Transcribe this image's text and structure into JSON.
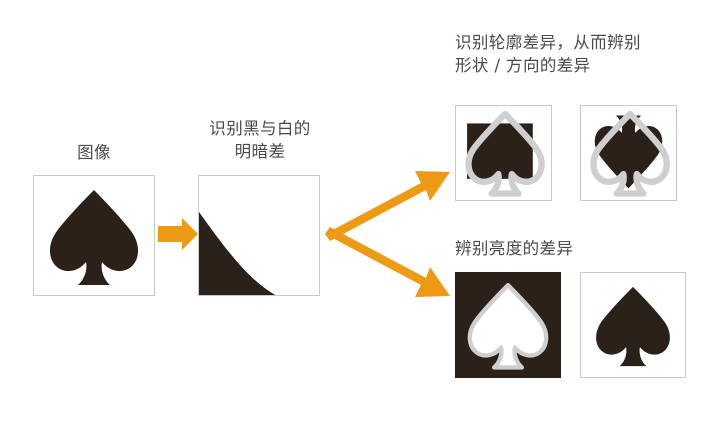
{
  "diagram": {
    "title_flow": "vision-processing-spade-diagram",
    "colors": {
      "arrow_orange": "#ee9a14",
      "ink_black": "#2b2119",
      "outline_gray": "#cfcfcf",
      "box_border": "#c9c9c9",
      "text_gray": "#4a4a4a",
      "white": "#ffffff"
    },
    "labels": {
      "image": "图像",
      "brightness_contrast": "识别黑与白的\n明暗差",
      "contour_difference": "识别轮廓差异，从而辨别\n形状 / 方向的差异",
      "luminance_difference": "辨别亮度的差异"
    },
    "panels": [
      {
        "id": "source-image",
        "name": "panel-source-image",
        "content": "black-spade-on-white",
        "description": "黑色黑桃图案，白色背景"
      },
      {
        "id": "edge-gradient",
        "name": "panel-edge-gradient",
        "content": "black-curved-triangle-lower-left",
        "description": "左下角黑色曲边三角形，白色背景"
      },
      {
        "id": "contour-aligned",
        "name": "panel-contour-aligned",
        "content": "dark-rect-with-gray-spade-outline",
        "description": "深色矩形上叠加浅灰色黑桃轮廓"
      },
      {
        "id": "contour-rotated",
        "name": "panel-contour-rotated",
        "content": "inverted-black-spade-over-gray-spade-outline",
        "description": "倒置黑色黑桃叠加浅灰色黑桃轮廓"
      },
      {
        "id": "luminance-inverted",
        "name": "panel-luminance-inverted",
        "content": "white-spade-on-dark",
        "description": "深色背景上的白色黑桃"
      },
      {
        "id": "luminance-normal",
        "name": "panel-luminance-normal",
        "content": "black-spade-on-white",
        "description": "白色背景上的黑色黑桃"
      }
    ],
    "arrows": [
      {
        "id": "arrow-image-to-edge",
        "name": "arrow-right-short",
        "from": "source-image",
        "to": "edge-gradient"
      },
      {
        "id": "arrow-branch-up",
        "name": "arrow-branch-upper",
        "from": "edge-gradient",
        "to": "contour-aligned"
      },
      {
        "id": "arrow-branch-down",
        "name": "arrow-branch-lower",
        "from": "edge-gradient",
        "to": "luminance-inverted"
      }
    ]
  }
}
